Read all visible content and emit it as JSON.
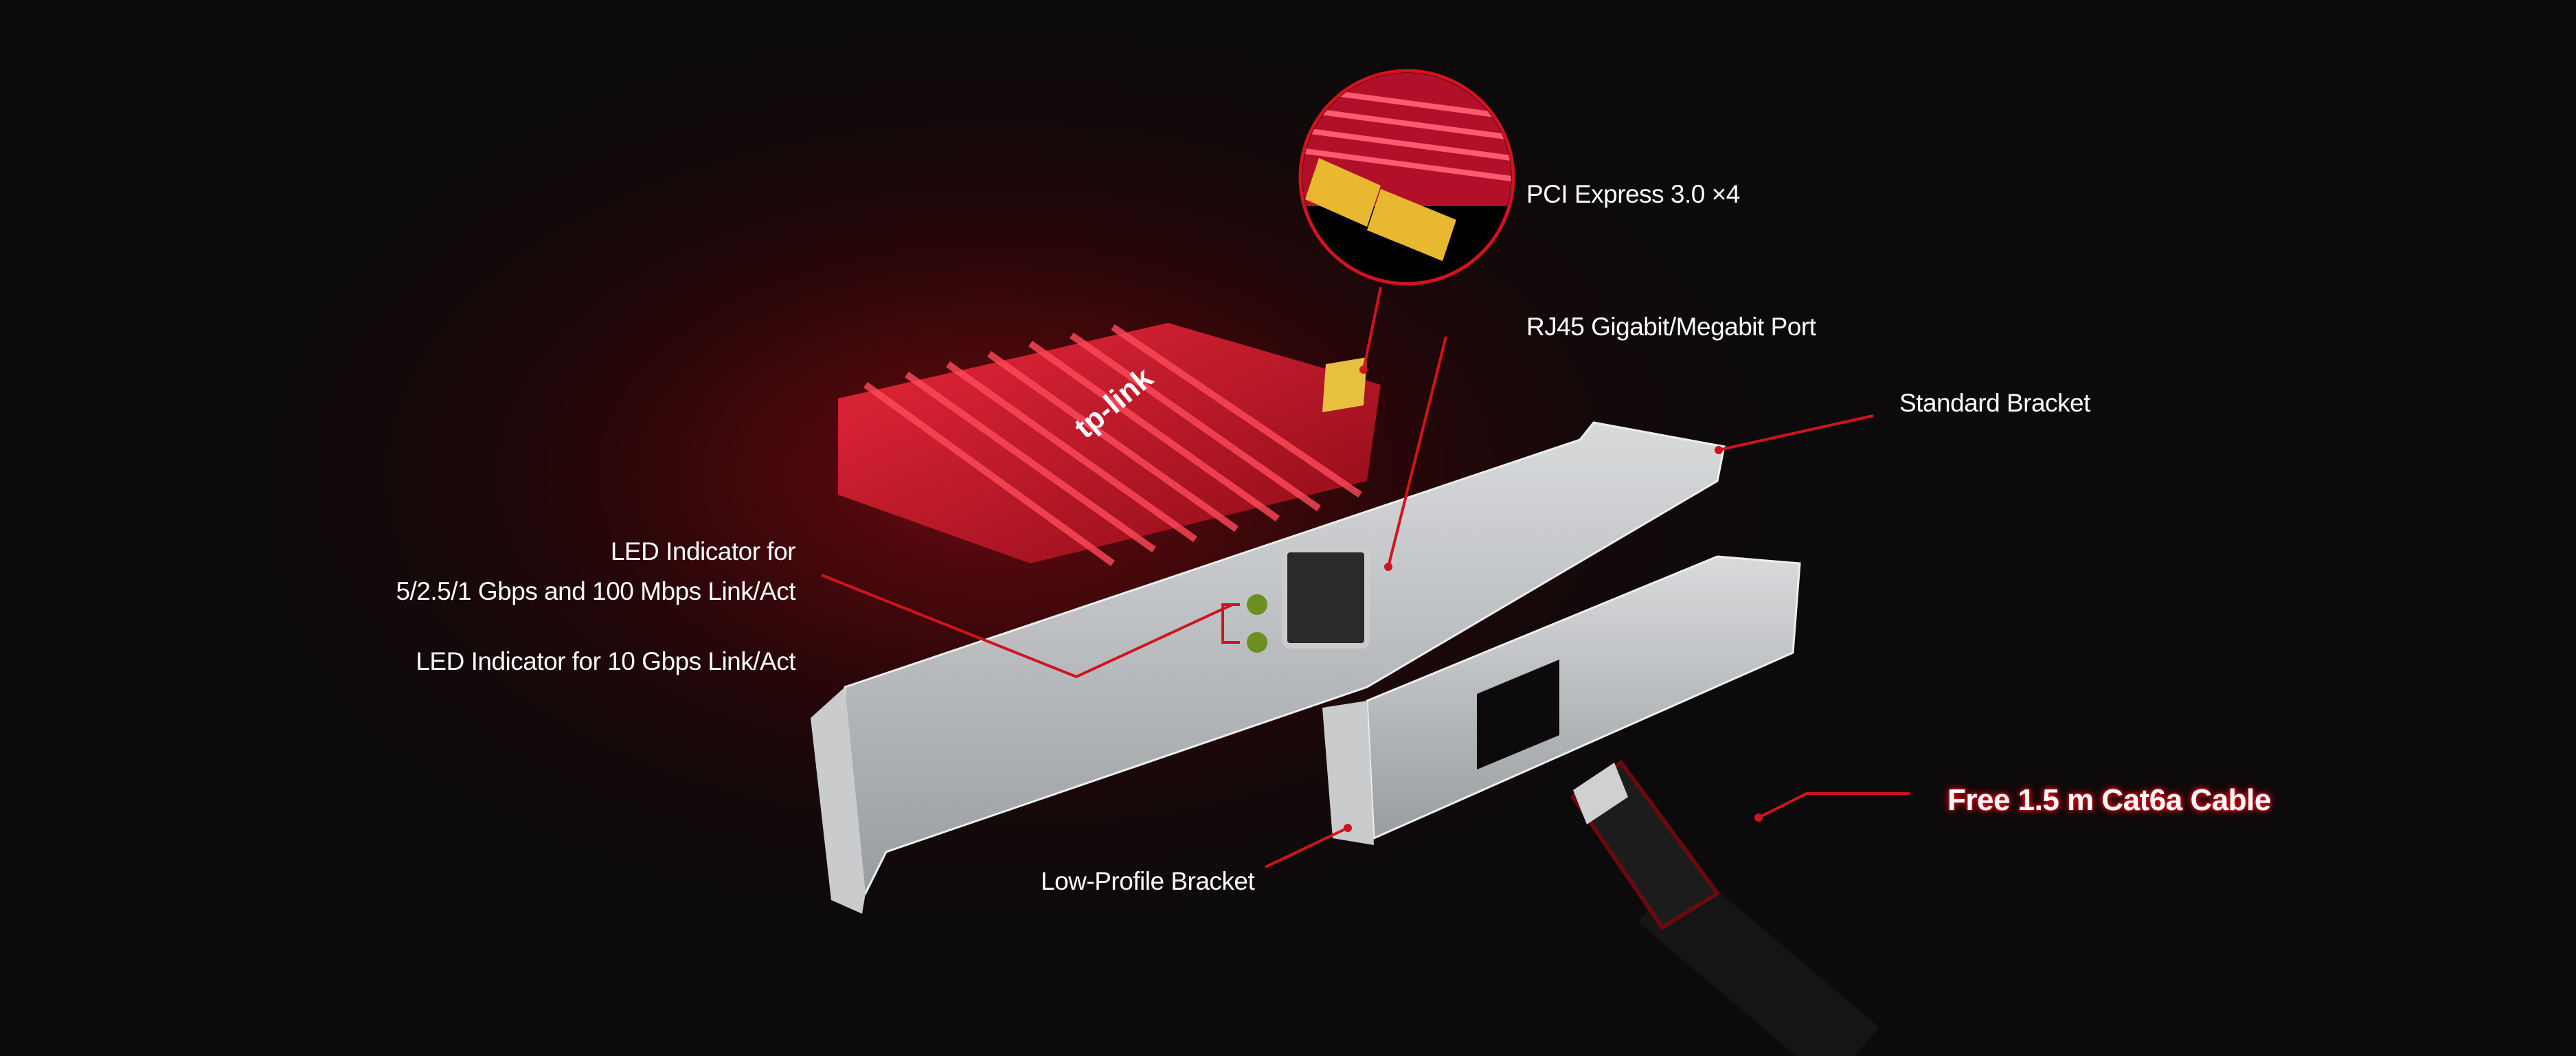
{
  "labels": {
    "pci": "PCI Express 3.0 ×4",
    "rj45": "RJ45 Gigabit/Megabit Port",
    "standard_bracket": "Standard Bracket",
    "led_multi_line1": "LED Indicator for",
    "led_multi_line2": "5/2.5/1 Gbps and 100 Mbps Link/Act",
    "led_10g": "LED Indicator for 10 Gbps Link/Act",
    "low_profile_bracket": "Low-Profile Bracket",
    "cable": "Free 1.5 m Cat6a Cable"
  },
  "logo_text": "tp-link",
  "colors": {
    "accent": "#d0141e",
    "background": "#0c0a0b",
    "heatsink": "#c8102e",
    "bracket": "#b9bcbf"
  }
}
